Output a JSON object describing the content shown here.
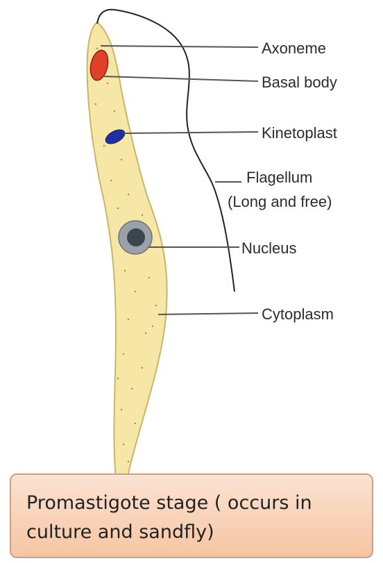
{
  "labels": {
    "axoneme": "Axoneme",
    "basal_body": "Basal body",
    "kinetoplast": "Kinetoplast",
    "flagellum_line1": "Flagellum",
    "flagellum_line2": "(Long and free)",
    "nucleus": "Nucleus",
    "cytoplasm": "Cytoplasm"
  },
  "caption": {
    "line1": "Promastigote stage  ( occurs  in",
    "line2": "culture and sandfly)"
  },
  "colors": {
    "cell_body": "#f6e7a6",
    "basal_body": "#e0402a",
    "kinetoplast": "#1f2fa6",
    "nucleus_outer": "#9aa1a8",
    "nucleus_inner": "#3a4550"
  }
}
